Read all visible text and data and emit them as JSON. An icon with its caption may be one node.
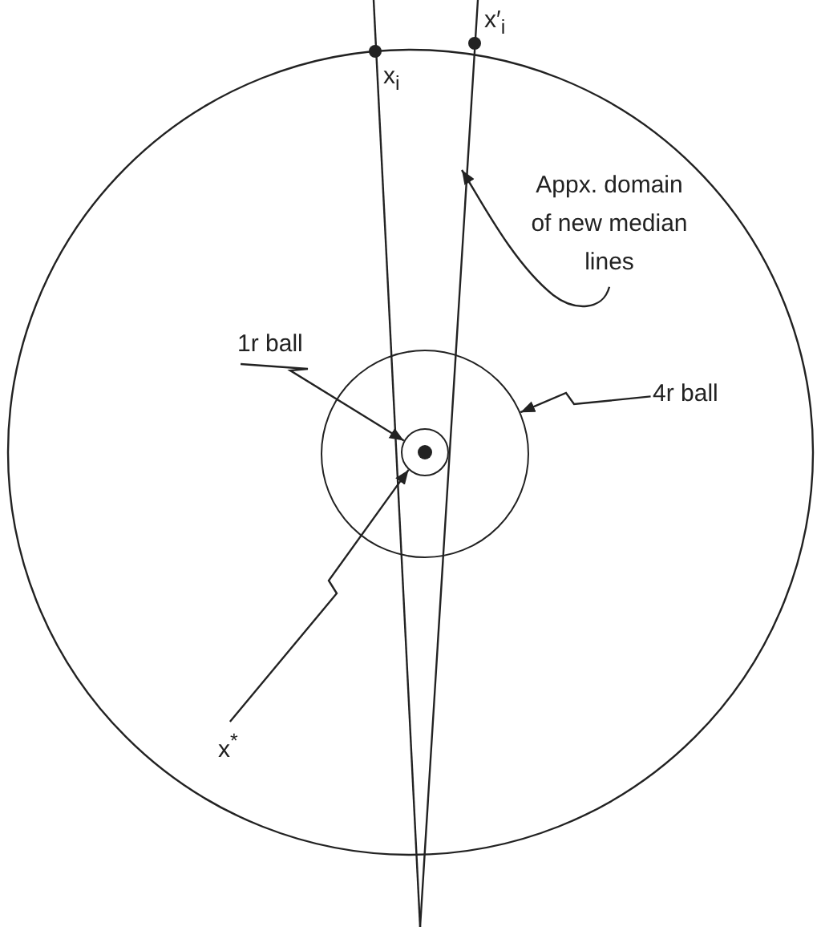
{
  "diagram": {
    "nodes": [
      {
        "text": [
          "Appx. domain of new median lines"
        ]
      },
      {
        "text": [
          "1r ball"
        ]
      },
      {
        "text": [
          "4r ball"
        ]
      },
      {
        "text": [],
        "shape": "circle"
      },
      {
        "text": [],
        "shape": "circle",
        "in": 3
      },
      {
        "text": [
          "x$^{*}$"
        ]
      }
    ],
    "edges": [
      {
        "from": 0,
        "to": null,
        "arrow": "to"
      },
      {
        "from": 1,
        "to": 4,
        "arrow": "to"
      },
      {
        "from": 2,
        "to": 3,
        "arrow": "to"
      },
      {
        "from": 5,
        "to": 4,
        "arrow": "to"
      }
    ],
    "labels": [
      "x′$_{i}$",
      "x$_{i}$"
    ]
  }
}
